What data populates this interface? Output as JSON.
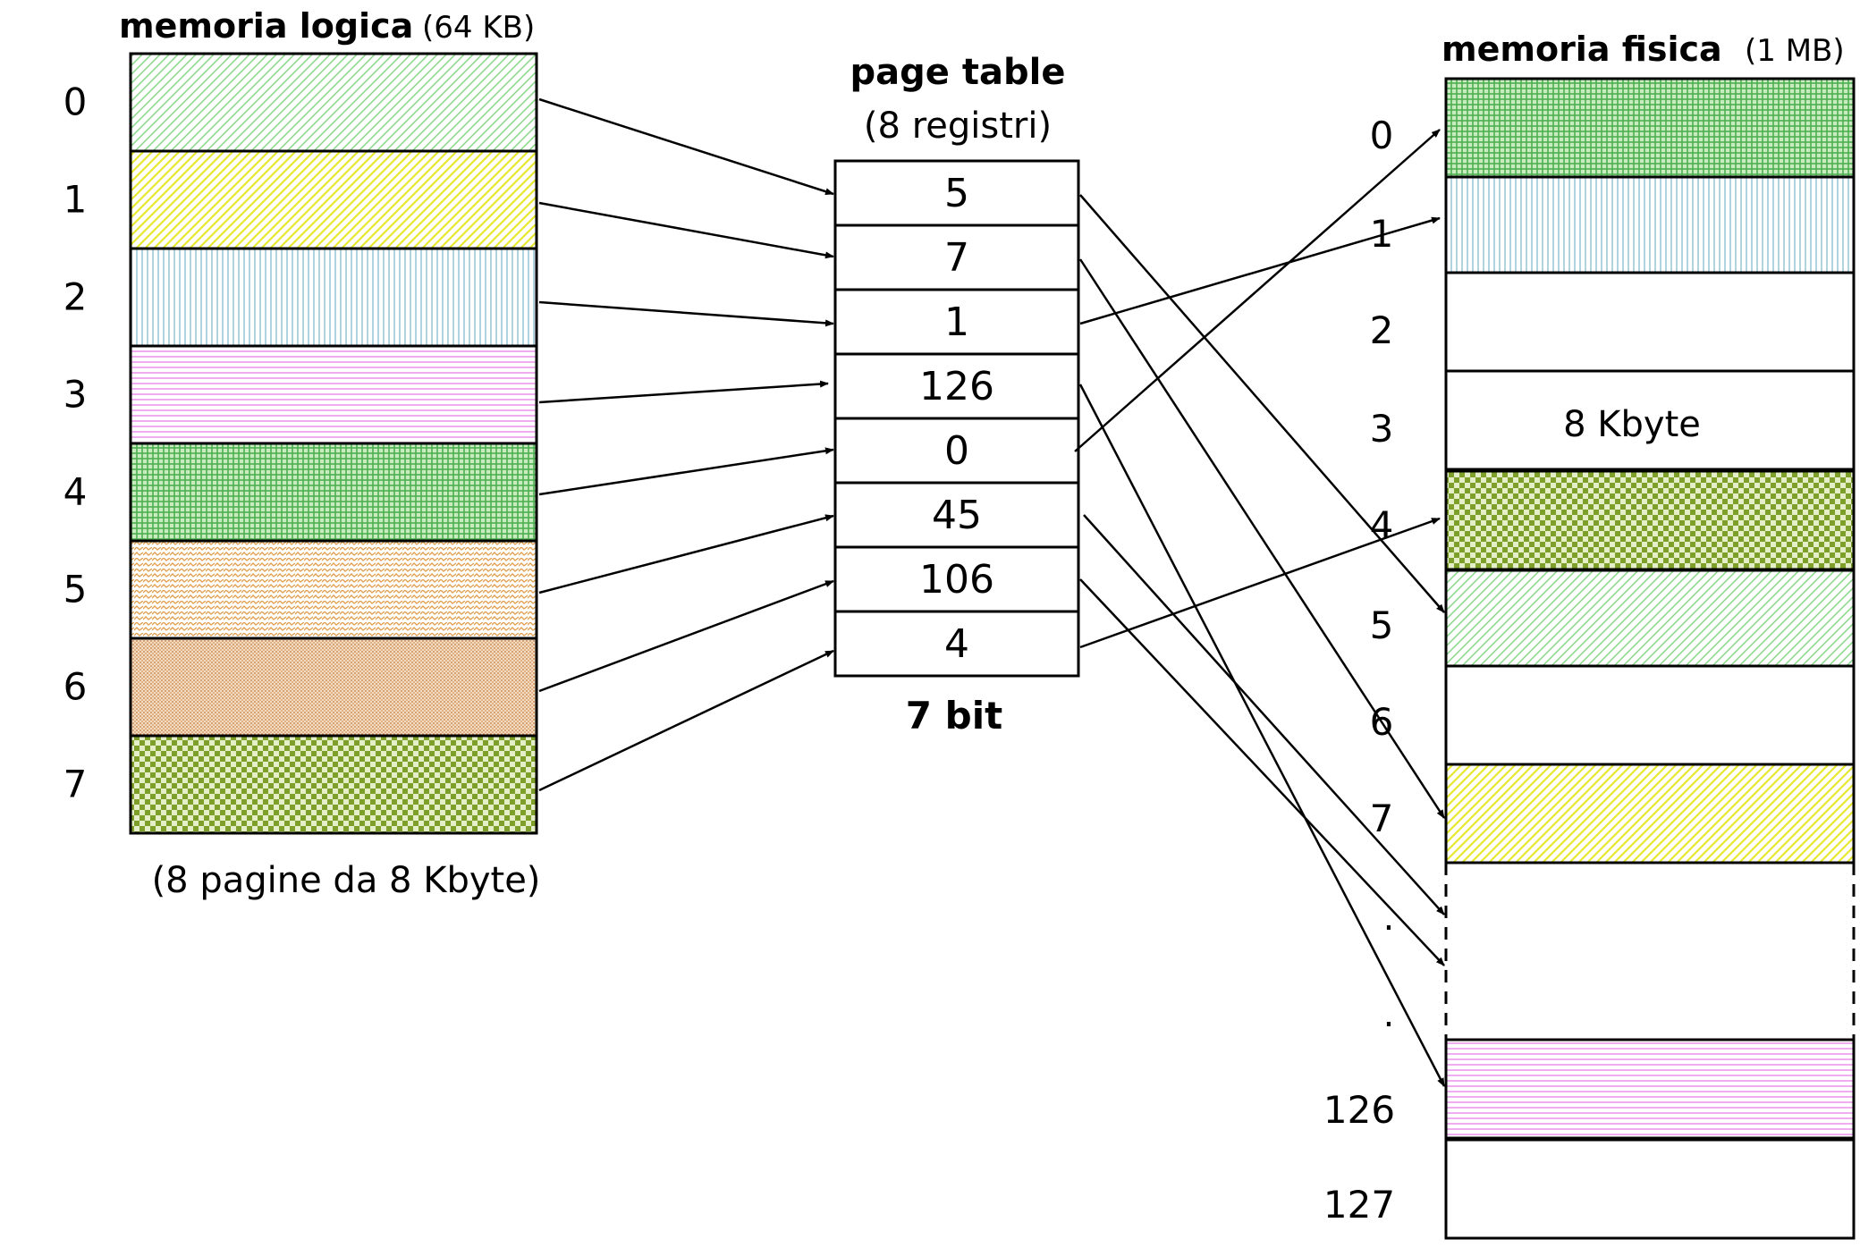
{
  "logical": {
    "title": "memoria logica",
    "size": "(64 KB)",
    "caption": "(8 pagine da 8 Kbyte)",
    "pages": [
      {
        "label": "0",
        "pattern": "diag-green"
      },
      {
        "label": "1",
        "pattern": "diag-yellow"
      },
      {
        "label": "2",
        "pattern": "vert-blue"
      },
      {
        "label": "3",
        "pattern": "horiz-pink"
      },
      {
        "label": "4",
        "pattern": "grid-green"
      },
      {
        "label": "5",
        "pattern": "wave-orange"
      },
      {
        "label": "6",
        "pattern": "dots-brown"
      },
      {
        "label": "7",
        "pattern": "checker-olive"
      }
    ]
  },
  "page_table": {
    "title": "page table",
    "subtitle": "(8 registri)",
    "entries": [
      "5",
      "7",
      "1",
      "126",
      "0",
      "45",
      "106",
      "4"
    ],
    "footer": "7 bit"
  },
  "physical": {
    "title": "memoria fisica",
    "size": "(1 MB)",
    "frame_note": "8 Kbyte",
    "frames": [
      {
        "label": "0",
        "pattern": "grid-green"
      },
      {
        "label": "1",
        "pattern": "vert-blue"
      },
      {
        "label": "2",
        "pattern": "none"
      },
      {
        "label": "3",
        "pattern": "none"
      },
      {
        "label": "4",
        "pattern": "checker-olive"
      },
      {
        "label": "5",
        "pattern": "diag-green"
      },
      {
        "label": "6",
        "pattern": "none"
      },
      {
        "label": "7",
        "pattern": "diag-yellow"
      },
      {
        "label": "126",
        "pattern": "horiz-pink"
      },
      {
        "label": "127",
        "pattern": "none"
      }
    ],
    "ellipsis": ".",
    "frame_for_entry": [
      5,
      7,
      1,
      8,
      null,
      null,
      null,
      4
    ]
  },
  "colors": {
    "diag-green": "#8fd98f",
    "diag-yellow": "#e8e830",
    "vert-blue": "#9cc8d8",
    "horiz-pink": "#e88ae8",
    "grid-green": "#4caf50",
    "wave-orange": "#e0a050",
    "dots-brown": "#c07a40",
    "checker-olive": "#7ea02a"
  }
}
